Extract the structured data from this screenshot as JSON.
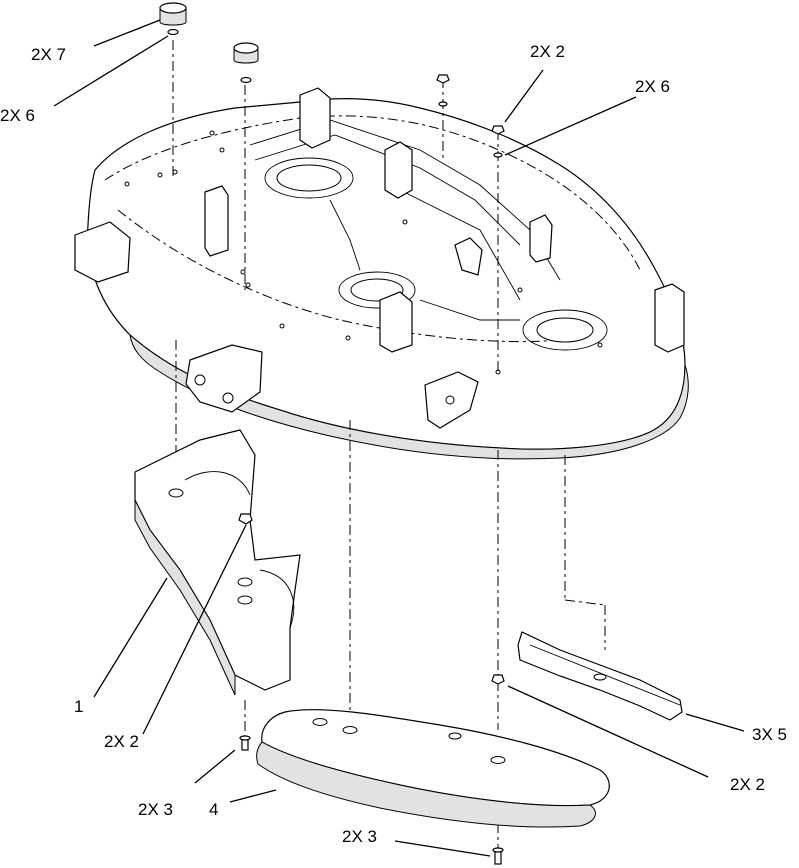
{
  "callouts": {
    "knob_qty": "2X 7",
    "washer_top_qty": "2X 6",
    "nut_top_qty": "2X 2",
    "washer_right_qty": "2X 6",
    "baffle_part": "1",
    "nut_left_qty": "2X 2",
    "bolt_left_qty": "2X 3",
    "baffle_front_part": "4",
    "bolt_bottom_qty": "2X 3",
    "nut_right_qty": "2X 2",
    "blade_qty": "3X 5"
  }
}
